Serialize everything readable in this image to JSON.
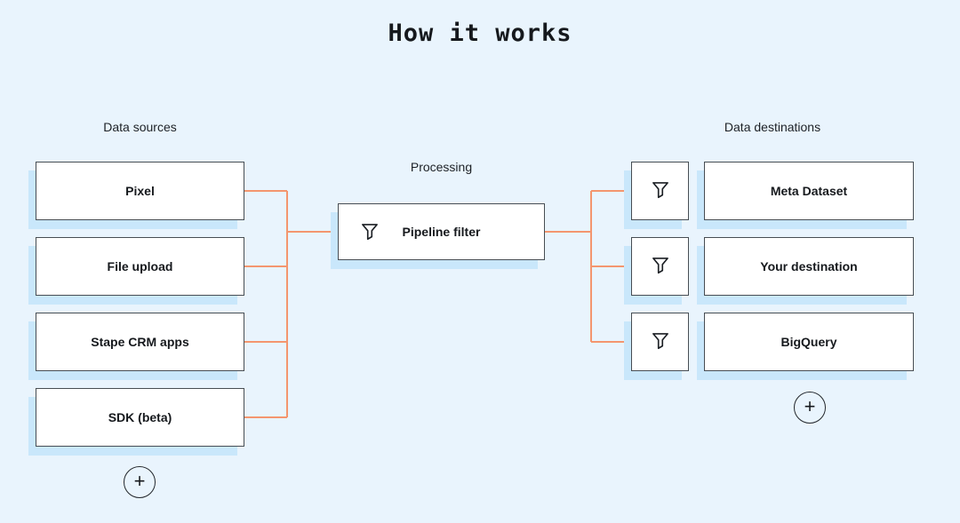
{
  "title": "How it works",
  "colors": {
    "background": "#e9f4fd",
    "box_shadow": "#c9e7fb",
    "box_border": "#474d53",
    "connector": "#f4966f",
    "text": "#16191d"
  },
  "sources": {
    "label": "Data sources",
    "items": [
      {
        "label": "Pixel"
      },
      {
        "label": "File upload"
      },
      {
        "label": "Stape CRM apps"
      },
      {
        "label": "SDK (beta)"
      }
    ],
    "add_label": "+"
  },
  "processing": {
    "label": "Processing",
    "node": {
      "label": "Pipeline filter",
      "icon": "funnel-icon"
    }
  },
  "destinations": {
    "label": "Data destinations",
    "filters": [
      {
        "icon": "funnel-icon"
      },
      {
        "icon": "funnel-icon"
      },
      {
        "icon": "funnel-icon"
      }
    ],
    "items": [
      {
        "label": "Meta Dataset"
      },
      {
        "label": "Your destination"
      },
      {
        "label": "BigQuery"
      }
    ],
    "add_label": "+"
  }
}
